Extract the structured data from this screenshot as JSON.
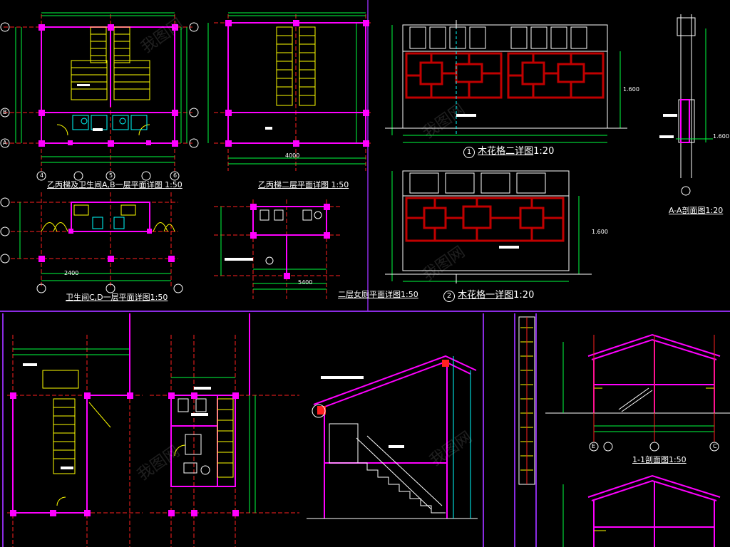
{
  "drawing_titles": {
    "stair_a_b_first_floor": "乙丙梯及卫生间A,B一层平面详图",
    "stair_a_b_first_floor_scale": "1:50",
    "stair_second_floor": "乙丙梯二层平面详图",
    "stair_second_floor_scale": "1:50",
    "toilet_c_d_first_floor": "卫生间C,D一层平面详图",
    "toilet_c_d_first_floor_scale": "1:50",
    "second_floor_womens_toilet": "二层女厕平面详图",
    "second_floor_womens_toilet_scale": "1:50",
    "wood_lattice_two": "木花格二详图",
    "wood_lattice_two_num": "1",
    "wood_lattice_two_scale": "1:20",
    "wood_lattice_one": "木花格一详图",
    "wood_lattice_one_num": "2",
    "wood_lattice_one_scale": "1:20",
    "section_a_a": "A-A剖面图",
    "section_a_a_scale": "1:20",
    "section_1_1": "1-1剖面图",
    "section_1_1_scale": "1:50"
  },
  "axis_markers": {
    "row_a": "A",
    "row_b": "B",
    "col_4": "4",
    "col_5": "5",
    "col_6": "6",
    "col_c": "C",
    "col_e": "E"
  },
  "dimensions": {
    "lattice_height_1": "1.600",
    "lattice_height_2": "1.600",
    "section_a_a_level": "1.600",
    "dim_5400": "5400",
    "dim_2400": "2400",
    "dim_4000": "4000"
  },
  "watermark": "我图网",
  "colors": {
    "background": "#000000",
    "axis_red": "#ff2020",
    "grid_green": "#00ff40",
    "wall_magenta": "#ff00ff",
    "stair_yellow": "#ffff00",
    "text_white": "#ffffff",
    "cyan": "#00ffff",
    "lattice_red": "#c00000",
    "divider_purple": "#8a2be2"
  }
}
